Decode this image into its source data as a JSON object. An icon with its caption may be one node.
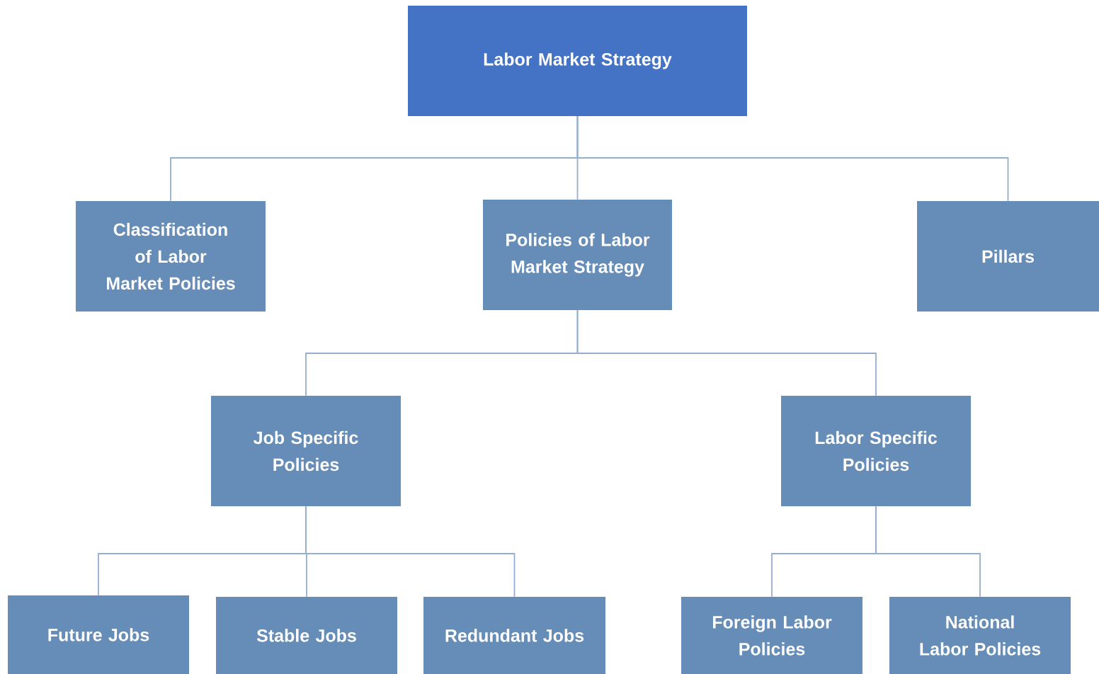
{
  "diagram": {
    "nodes": [
      {
        "text": [
          "Labor Market Strategy"
        ]
      },
      {
        "text": [
          "Classification of Labor Market Policies"
        ]
      },
      {
        "text": [
          "Policies of Labor Market Strategy"
        ]
      },
      {
        "text": [
          "Pillars"
        ]
      },
      {
        "text": [
          "Job Specific Policies"
        ]
      },
      {
        "text": [
          "Labor Specific Policies"
        ]
      },
      {
        "text": [
          "Future Jobs"
        ]
      },
      {
        "text": [
          "Stable Jobs"
        ]
      },
      {
        "text": [
          "Redundant Jobs"
        ]
      },
      {
        "text": [
          "Foreign Labor Policies"
        ]
      },
      {
        "text": [
          "National Labor Policies"
        ]
      }
    ],
    "edges": [
      {
        "from": 0,
        "to": 1,
        "arrow": "none"
      },
      {
        "from": 0,
        "to": 2,
        "arrow": "none"
      },
      {
        "from": 0,
        "to": 3,
        "arrow": "none"
      },
      {
        "from": 2,
        "to": 4,
        "arrow": "none"
      },
      {
        "from": 2,
        "to": 5,
        "arrow": "none"
      },
      {
        "from": 4,
        "to": 6,
        "arrow": "none"
      },
      {
        "from": 4,
        "to": 7,
        "arrow": "none"
      },
      {
        "from": 4,
        "to": 8,
        "arrow": "none"
      },
      {
        "from": 5,
        "to": 9,
        "arrow": "none"
      },
      {
        "from": 5,
        "to": 10,
        "arrow": "none"
      }
    ]
  }
}
